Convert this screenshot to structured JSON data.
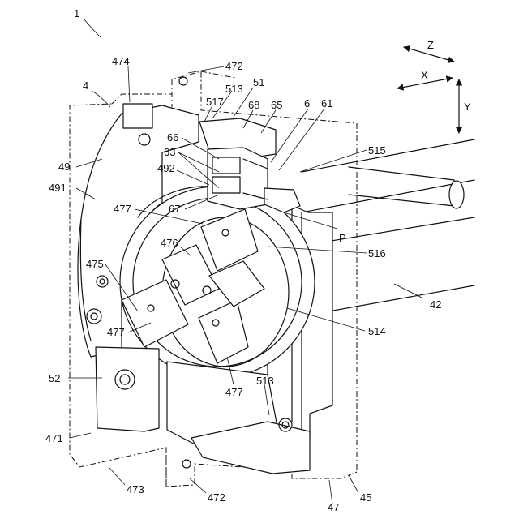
{
  "figure": {
    "axes": {
      "x": "X",
      "y": "Y",
      "z": "Z"
    },
    "labels": {
      "l1": "1",
      "l4": "4",
      "l6": "6",
      "l42": "42",
      "l45": "45",
      "l47": "47",
      "l49": "49",
      "l51": "51",
      "l52": "52",
      "l61": "61",
      "l63": "63",
      "l65": "65",
      "l66": "66",
      "l67": "67",
      "l68": "68",
      "l471": "471",
      "l472a": "472",
      "l472b": "472",
      "l473": "473",
      "l474": "474",
      "l475": "475",
      "l476": "476",
      "l477a": "477",
      "l477b": "477",
      "l477c": "477",
      "l491": "491",
      "l492": "492",
      "l513a": "513",
      "l513b": "513",
      "l514": "514",
      "l515": "515",
      "l516": "516",
      "l517": "517",
      "lP": "P"
    }
  }
}
